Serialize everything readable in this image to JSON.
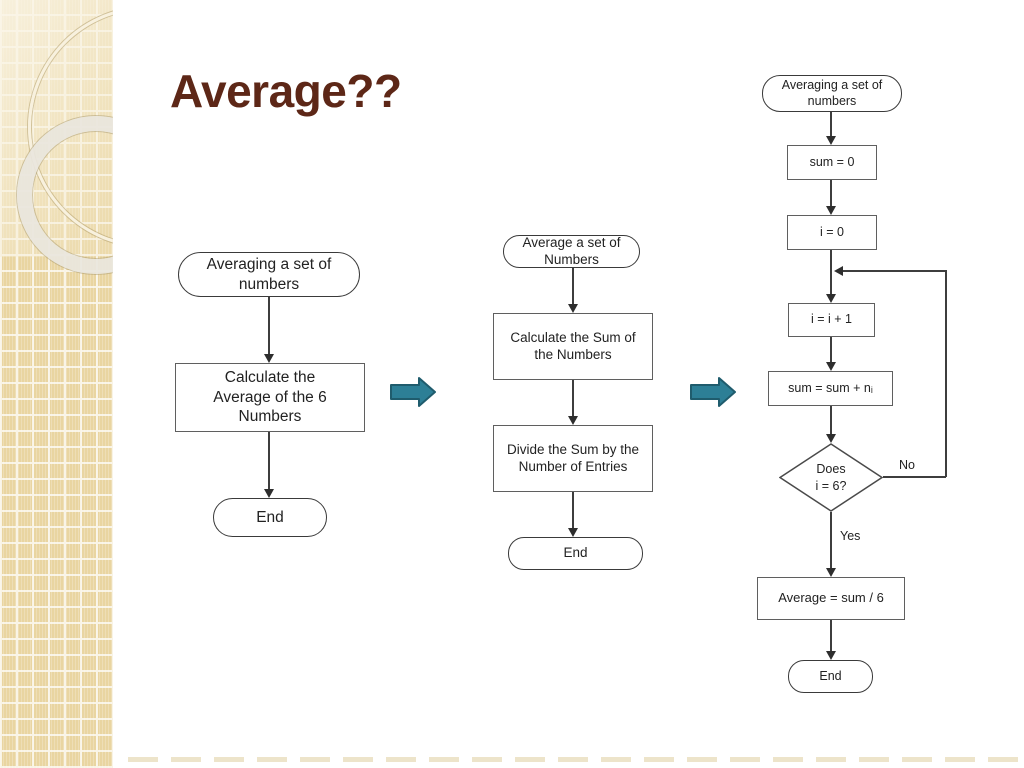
{
  "title": {
    "text": "Average??"
  },
  "colors": {
    "title_maroon": "#5d2717",
    "accent_teal": "#2d7f96",
    "accent_teal_border": "#1f5c6d"
  },
  "icons": {
    "refine_arrow": "right-block-arrow"
  },
  "flow1": {
    "start": "Averaging a set of\nnumbers",
    "step1": "Calculate the\nAverage of the 6\nNumbers",
    "end": "End"
  },
  "flow2": {
    "start": "Average a set of\nNumbers",
    "step1": "Calculate the Sum of\nthe Numbers",
    "step2": "Divide the Sum by the\nNumber of Entries",
    "end": "End"
  },
  "flow3": {
    "start": "Averaging a set of\nnumbers",
    "step1": "sum = 0",
    "step2": "i = 0",
    "step3": "i = i + 1",
    "step4": "sum = sum + nᵢ",
    "decision": "Does\ni = 6?",
    "no_label": "No",
    "yes_label": "Yes",
    "step5": "Average = sum / 6",
    "end": "End"
  }
}
